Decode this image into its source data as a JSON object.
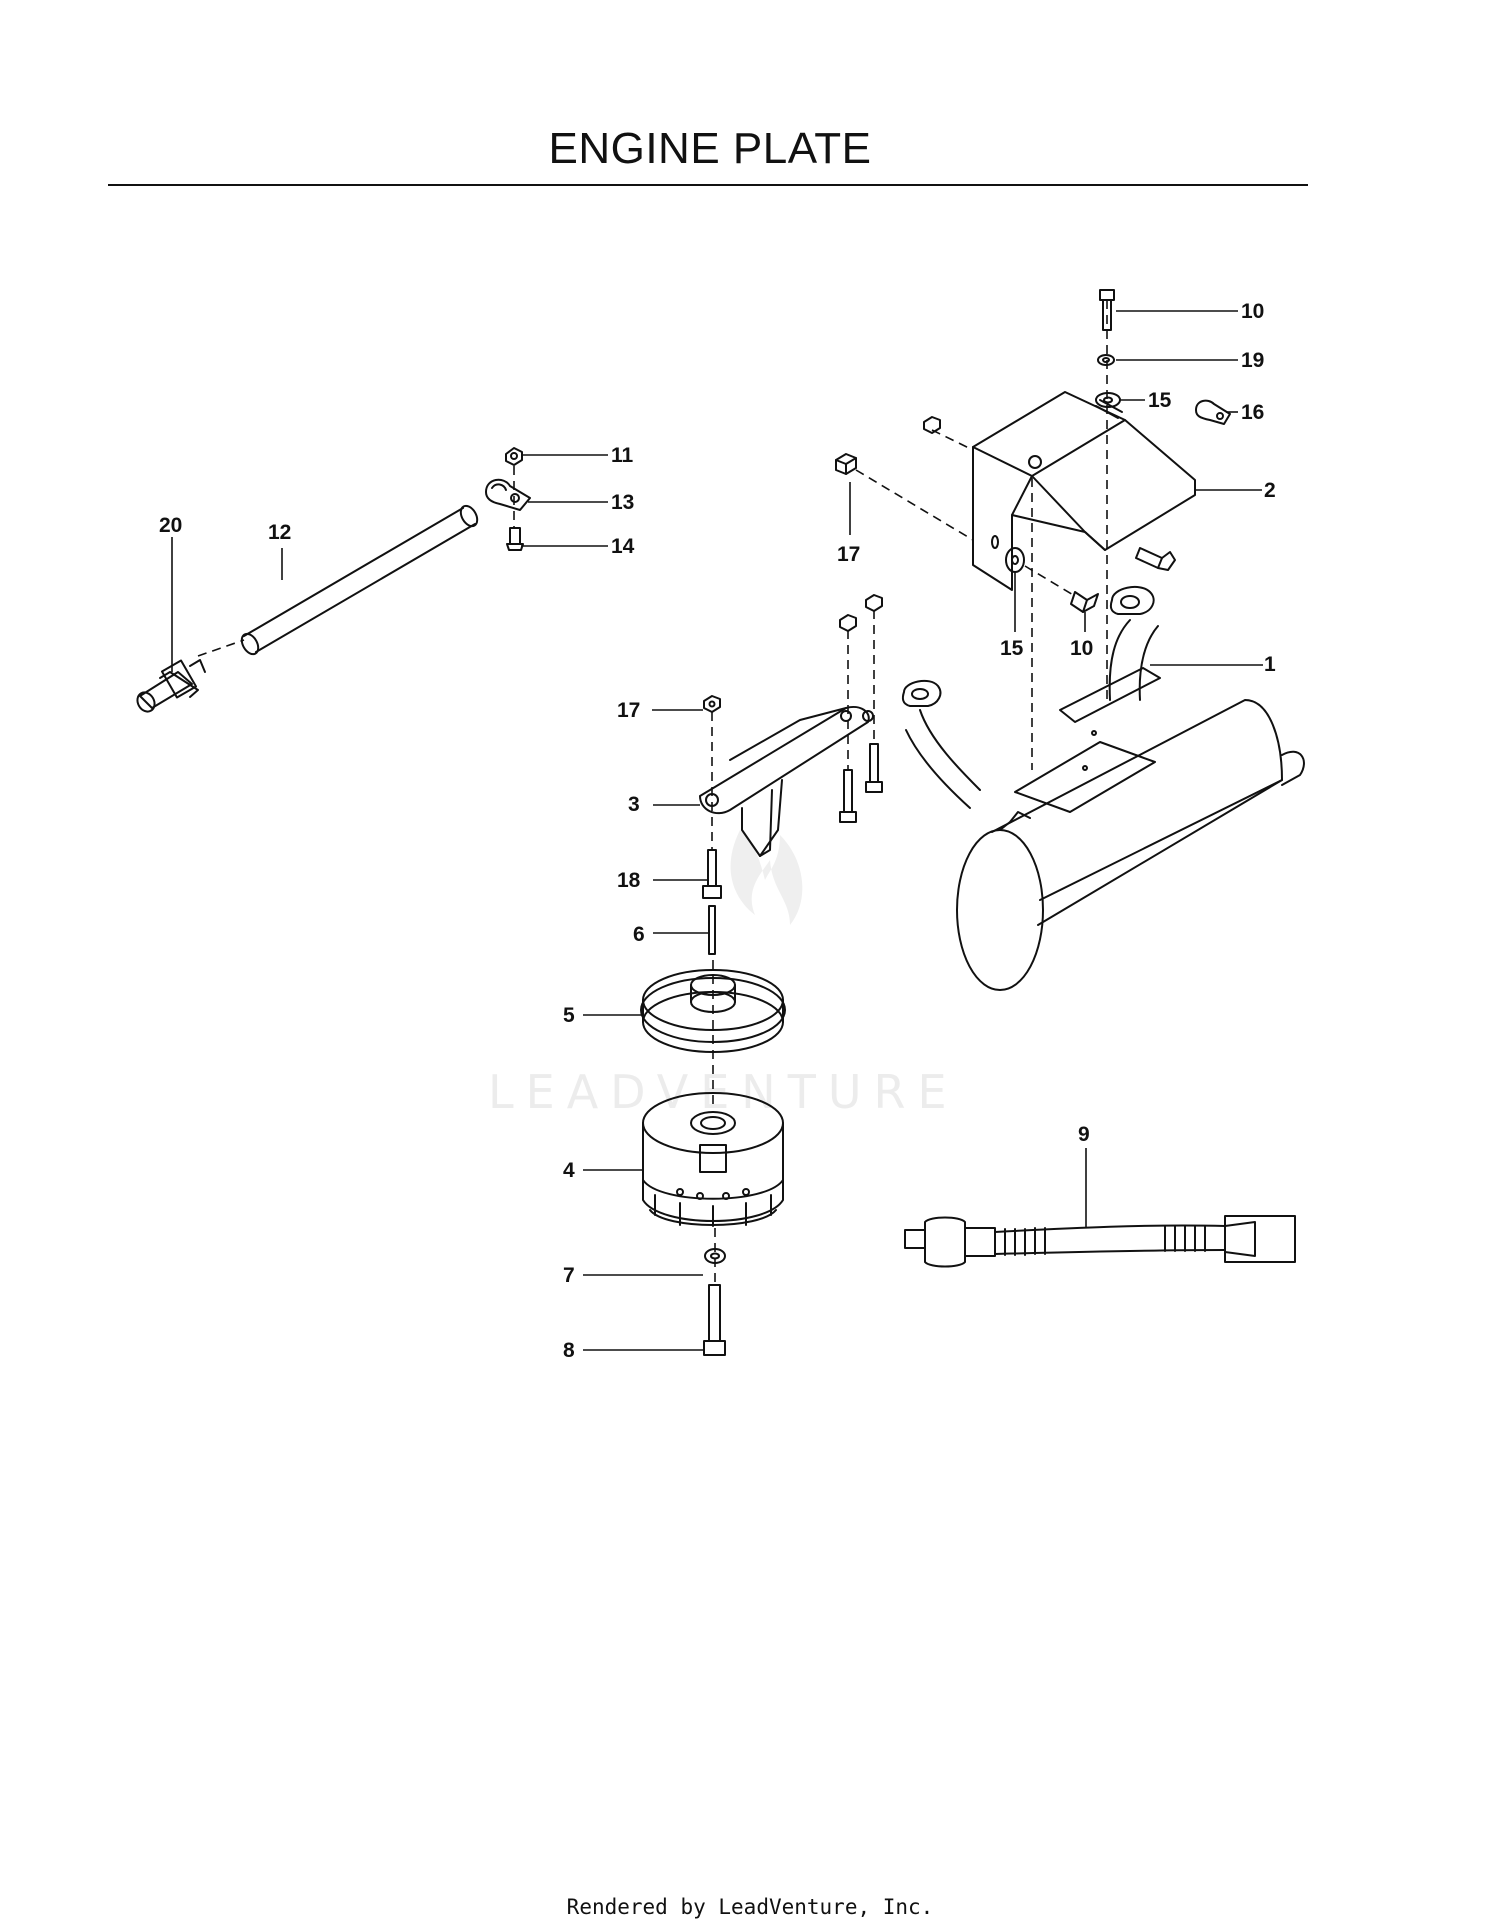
{
  "page": {
    "title": "ENGINE PLATE",
    "watermark": "LEADVENTURE",
    "footer": "Rendered by LeadVenture, Inc."
  },
  "callouts": [
    {
      "id": "c1",
      "label": "1"
    },
    {
      "id": "c2",
      "label": "2"
    },
    {
      "id": "c3",
      "label": "3"
    },
    {
      "id": "c4",
      "label": "4"
    },
    {
      "id": "c5",
      "label": "5"
    },
    {
      "id": "c6",
      "label": "6"
    },
    {
      "id": "c7",
      "label": "7"
    },
    {
      "id": "c8",
      "label": "8"
    },
    {
      "id": "c9",
      "label": "9"
    },
    {
      "id": "c10a",
      "label": "10"
    },
    {
      "id": "c10b",
      "label": "10"
    },
    {
      "id": "c11",
      "label": "11"
    },
    {
      "id": "c12",
      "label": "12"
    },
    {
      "id": "c13",
      "label": "13"
    },
    {
      "id": "c14",
      "label": "14"
    },
    {
      "id": "c15a",
      "label": "15"
    },
    {
      "id": "c15b",
      "label": "15"
    },
    {
      "id": "c16",
      "label": "16"
    },
    {
      "id": "c17a",
      "label": "17"
    },
    {
      "id": "c17b",
      "label": "17"
    },
    {
      "id": "c18",
      "label": "18"
    },
    {
      "id": "c19",
      "label": "19"
    },
    {
      "id": "c20",
      "label": "20"
    }
  ]
}
